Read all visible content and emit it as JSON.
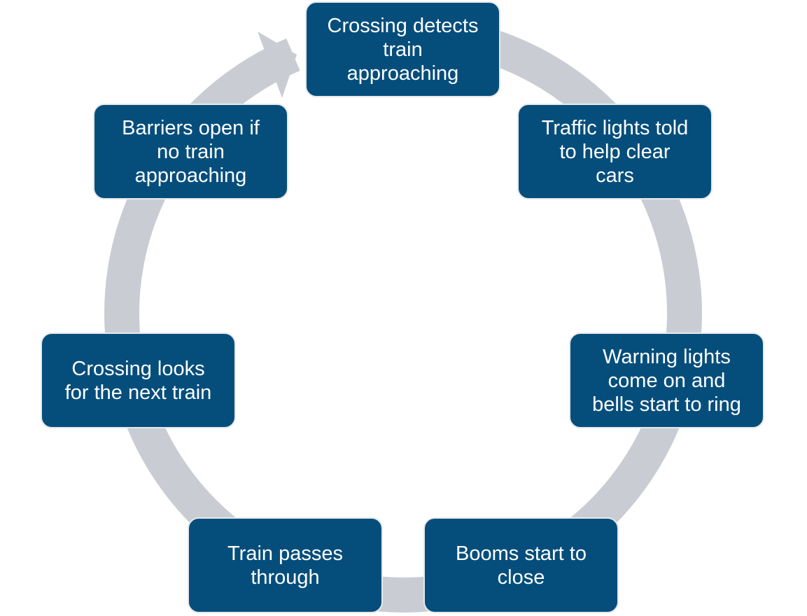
{
  "diagram": {
    "type": "cycle",
    "colors": {
      "box_fill": "#054E7C",
      "box_text": "#ffffff",
      "ring": "#C9CDD3"
    },
    "steps": [
      {
        "label": "Crossing detects\ntrain\napproaching"
      },
      {
        "label": "Traffic lights told\nto help clear\ncars"
      },
      {
        "label": "Warning lights\ncome on and\nbells start to ring"
      },
      {
        "label": "Booms start to\nclose"
      },
      {
        "label": "Train passes\nthrough"
      },
      {
        "label": "Crossing looks\nfor the next train"
      },
      {
        "label": "Barriers open if\nno train\napproaching"
      }
    ]
  }
}
